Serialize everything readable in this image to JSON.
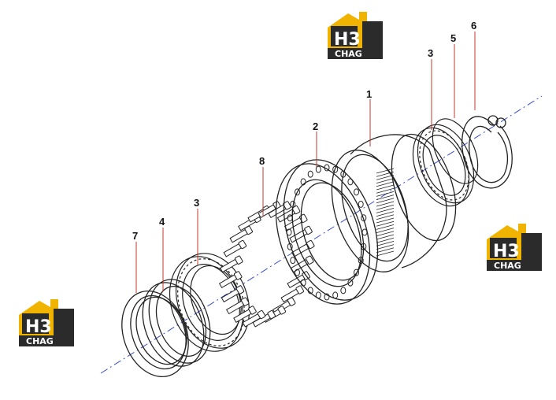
{
  "logo": {
    "mark": "H3",
    "word": "CHAG",
    "accent": "#f0b400",
    "dark": "#2b2b2b"
  },
  "callouts": [
    {
      "id": "c1",
      "text": "1"
    },
    {
      "id": "c2",
      "text": "2"
    },
    {
      "id": "c3a",
      "text": "3"
    },
    {
      "id": "c3b",
      "text": "3"
    },
    {
      "id": "c4",
      "text": "4"
    },
    {
      "id": "c5",
      "text": "5"
    },
    {
      "id": "c6",
      "text": "6"
    },
    {
      "id": "c7",
      "text": "7"
    },
    {
      "id": "c8",
      "text": "8"
    }
  ],
  "colors": {
    "line": "#222222",
    "axis": "#3a4fd0",
    "leader": "#c0392b"
  }
}
